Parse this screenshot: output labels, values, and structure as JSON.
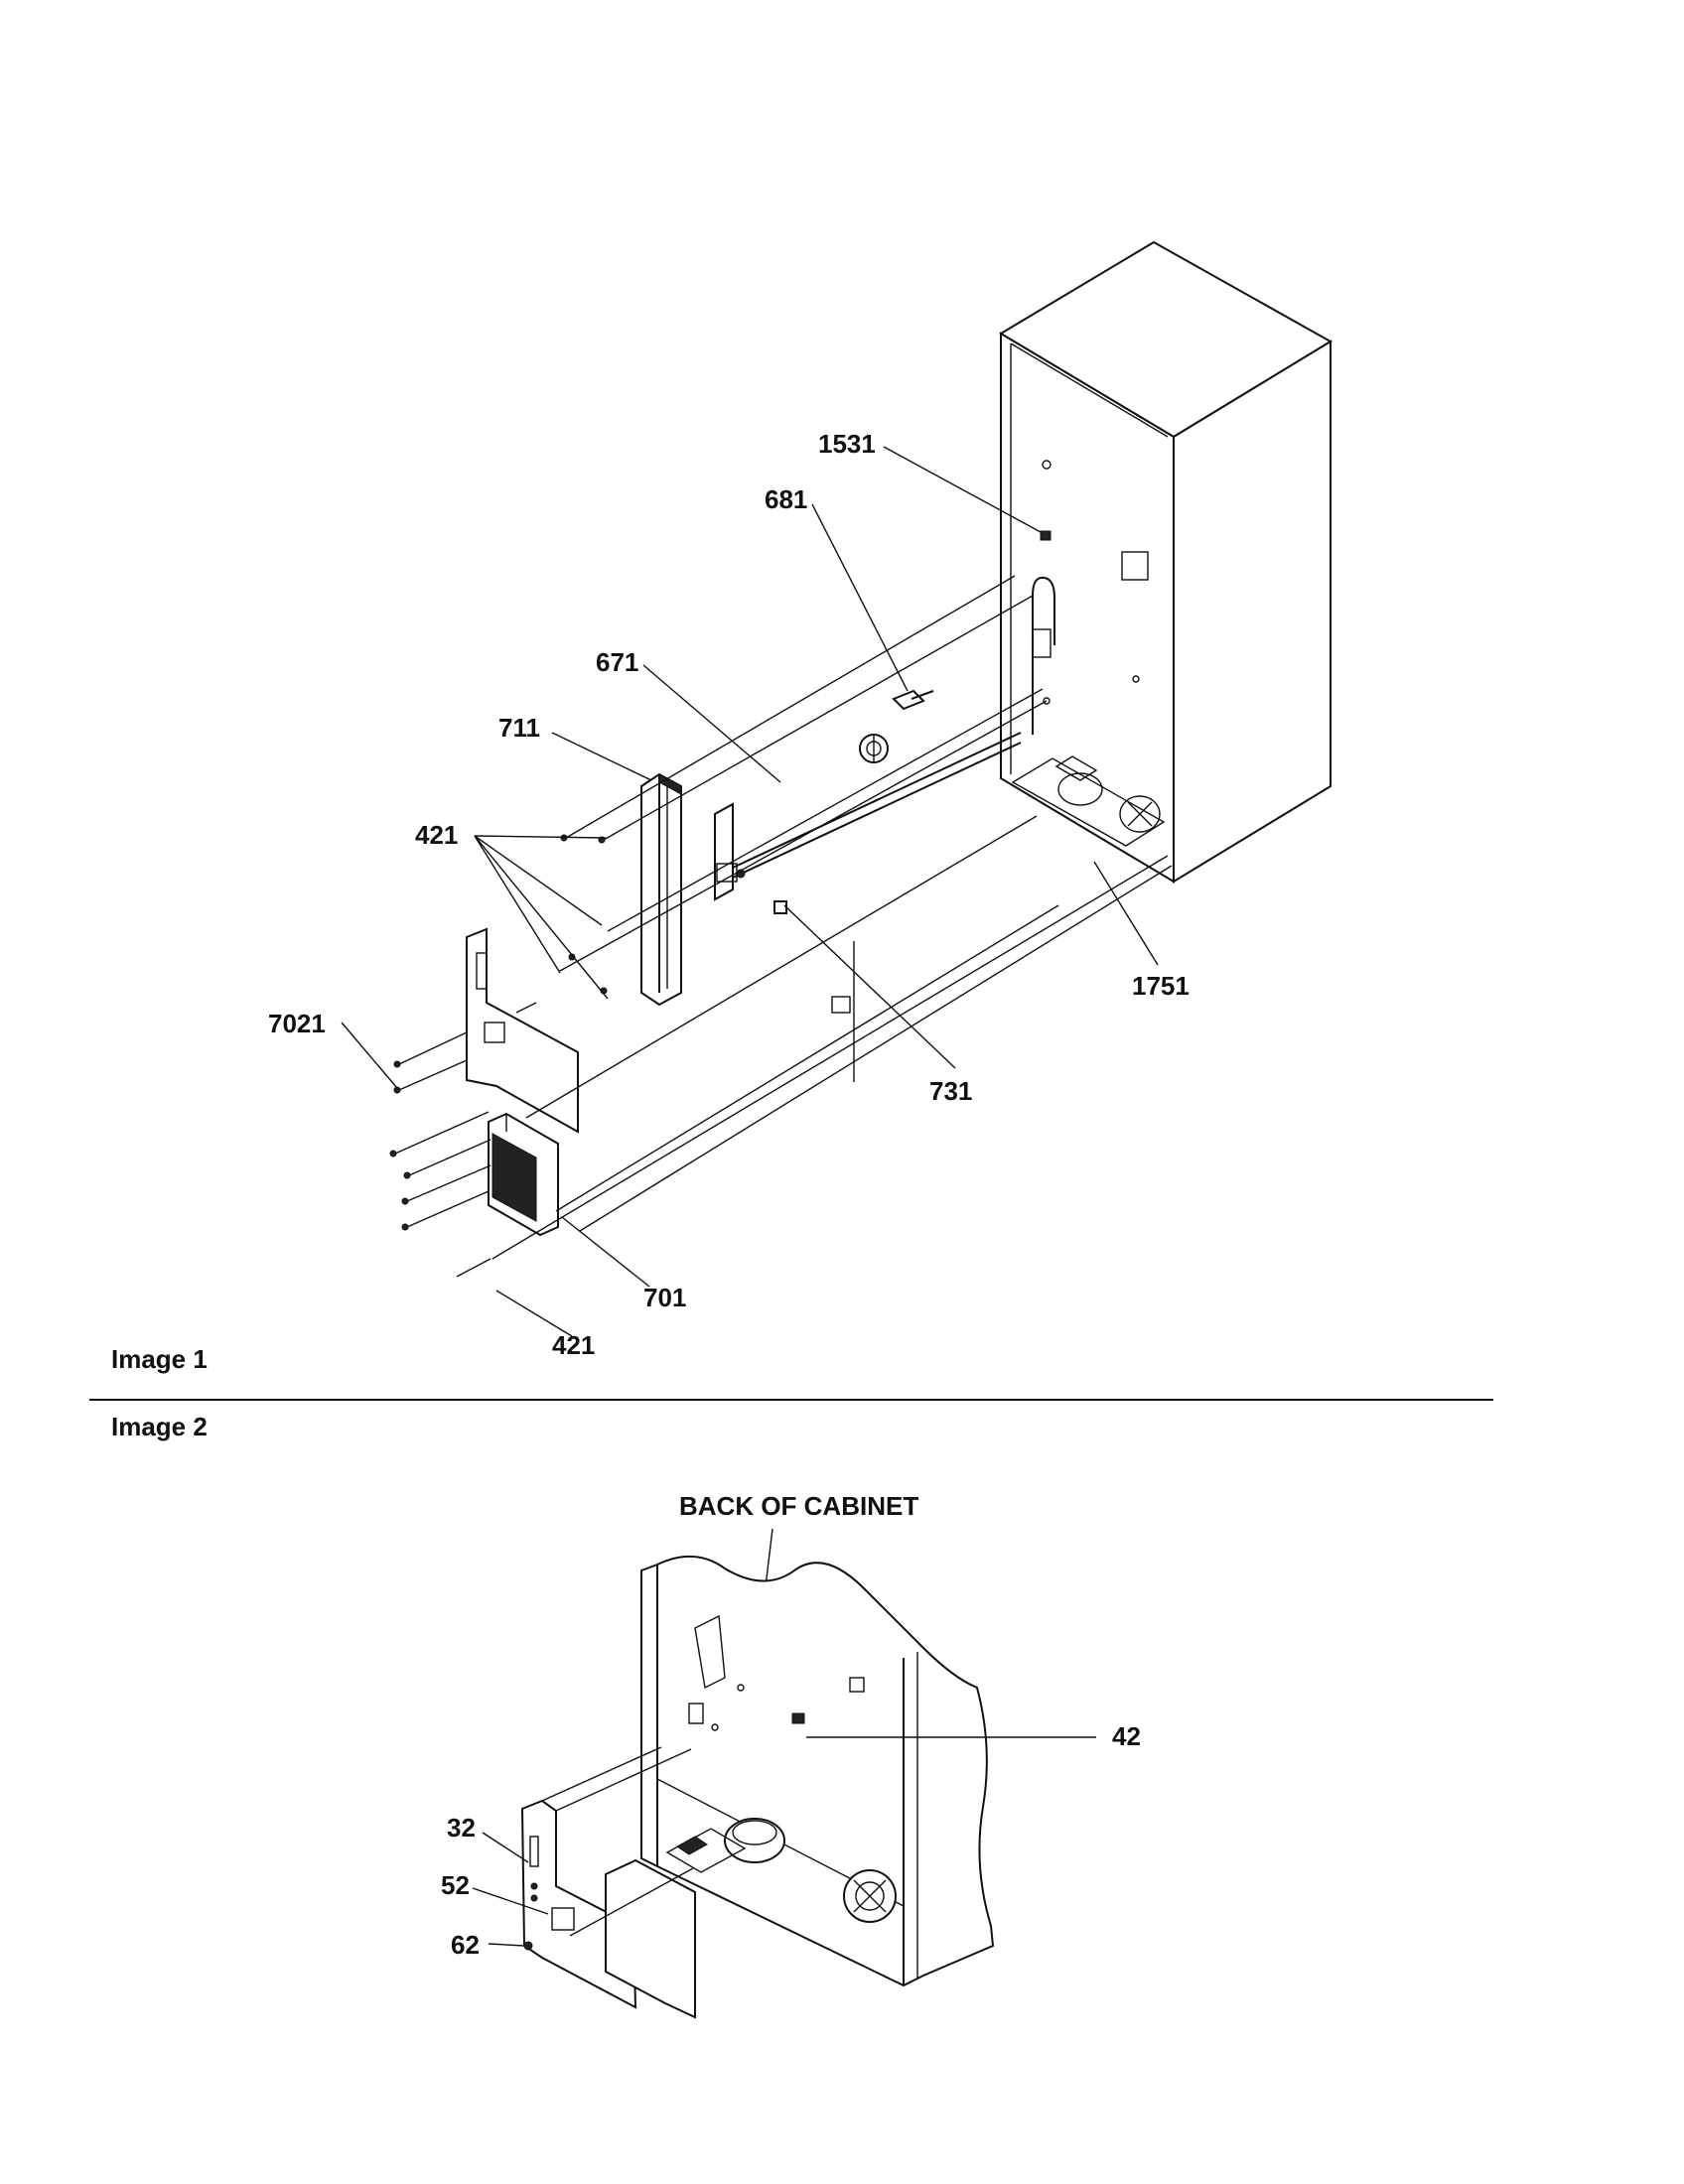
{
  "image1": {
    "caption": "Image 1",
    "labels": {
      "p1531": "1531",
      "p681": "681",
      "p671": "671",
      "p711": "711",
      "p421_top": "421",
      "p7021": "7021",
      "p1751": "1751",
      "p731": "731",
      "p701": "701",
      "p421_bottom": "421"
    }
  },
  "image2": {
    "caption": "Image 2",
    "back_of_cabinet": "BACK OF CABINET",
    "labels": {
      "p42": "42",
      "p32": "32",
      "p52": "52",
      "p62": "62"
    }
  }
}
